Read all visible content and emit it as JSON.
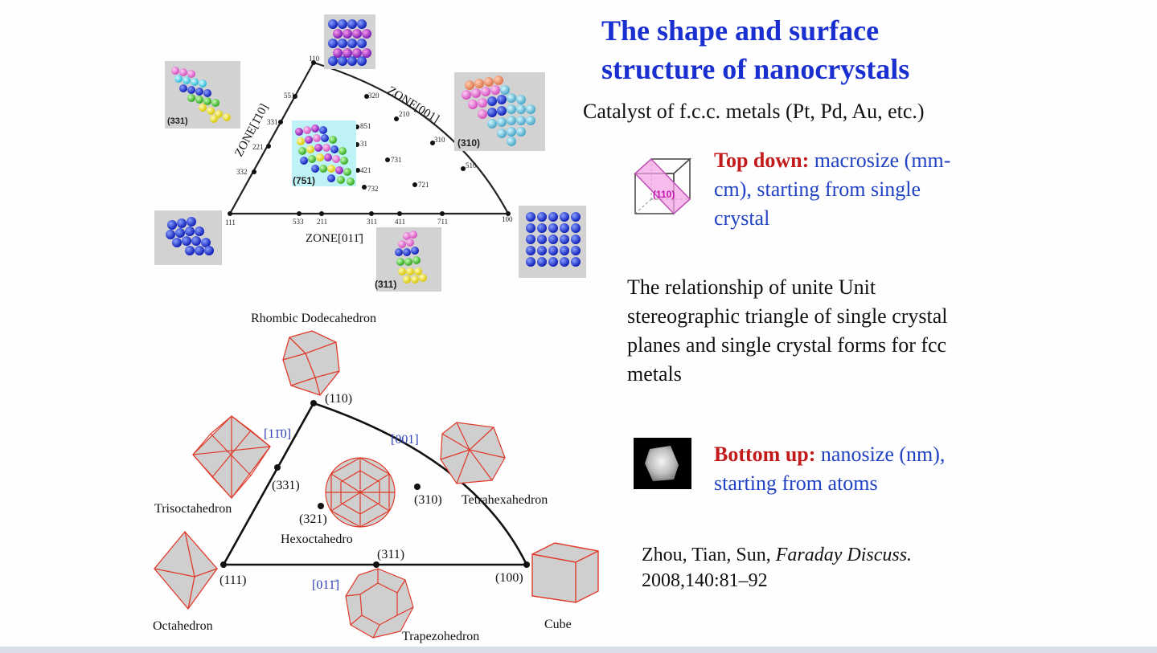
{
  "title": {
    "line1": "The shape and surface",
    "line2": "structure of nanocrystals"
  },
  "subtitle": "Catalyst of f.c.c. metals (Pt, Pd, Au, etc.)",
  "top_down": {
    "label": "Top down:",
    "text": " macrosize (mm-cm), starting from single crystal",
    "cube_label": "(110)"
  },
  "bottom_up": {
    "label": "Bottom up:",
    "text": " nanosize (nm), starting from atoms"
  },
  "relationship": "The relationship of unite Unit stereographic triangle of single crystal planes and single crystal forms for fcc metals",
  "reference": {
    "authors": "Zhou, Tian, Sun, ",
    "journal": "Faraday Discuss.",
    "details": "2008,140:81–92"
  },
  "upper_triangle": {
    "vertices": [
      "110",
      "111",
      "100"
    ],
    "zones": [
      "ZONE[1̄10]",
      "ZONE[001]",
      "ZONE[011̄]"
    ],
    "left_edge_points": [
      "551",
      "331",
      "221",
      "332"
    ],
    "right_edge_points": [
      "320",
      "210",
      "310",
      "510"
    ],
    "bottom_edge_points": [
      "533",
      "211",
      "311",
      "411",
      "711"
    ],
    "interior_points": [
      "851",
      "31",
      "731",
      "421",
      "732",
      "721"
    ],
    "model_labels": [
      "(331)",
      "(751)",
      "(310)",
      "(311)"
    ]
  },
  "lower_triangle": {
    "vertex_110": "(110)",
    "vertex_111": "(111)",
    "vertex_100": "(100)",
    "point_331": "(331)",
    "point_310": "(310)",
    "point_311": "(311)",
    "point_321": "(321)",
    "zone_left": "[11̄0]",
    "zone_right": "[001]",
    "zone_bottom": "[011̄]",
    "shapes": {
      "rhombic": "Rhombic Dodecahedron",
      "trisoct": "Trisoctahedron",
      "hexoct": "Hexoctahedro",
      "tetrahex": "Tetrahexahedron",
      "octa": "Octahedron",
      "trapezo": "Trapezohedron",
      "cube": "Cube"
    }
  },
  "colors": {
    "title_blue": "#1a2fd0",
    "text_blue": "#2142c4",
    "label_red": "#c21a1a",
    "polyhedron_edge": "#e03a2a"
  }
}
